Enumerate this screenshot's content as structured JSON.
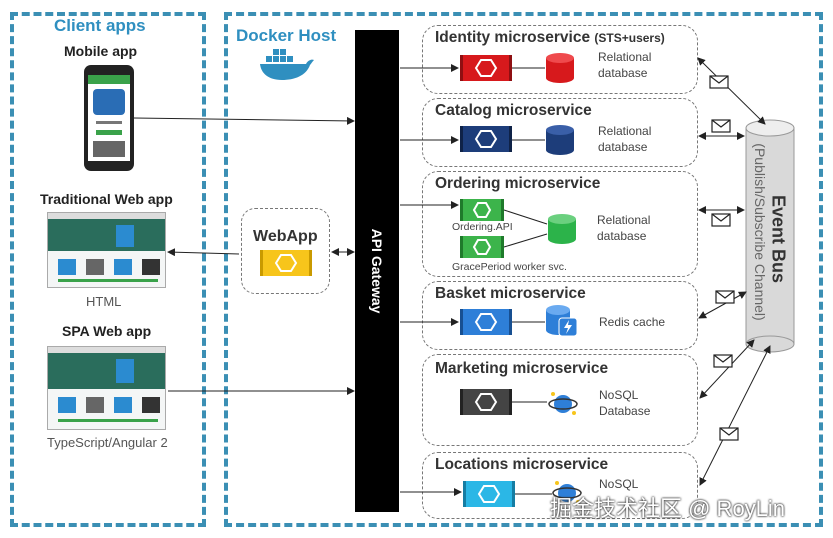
{
  "client_apps": {
    "title": "Client apps",
    "mobile": {
      "label": "Mobile app"
    },
    "web": {
      "label": "Traditional Web app",
      "caption": "HTML"
    },
    "spa": {
      "label": "SPA Web app",
      "caption": "TypeScript/Angular 2"
    }
  },
  "docker_host": {
    "title": "Docker Host"
  },
  "webapp": {
    "label": "WebApp"
  },
  "gateway": {
    "label": "API Gateway"
  },
  "event_bus": {
    "label": "Event Bus",
    "sublabel": "(Publish/Subscribe Channel)"
  },
  "services": [
    {
      "title": "Identity microservice",
      "suffix": "(STS+users)",
      "db": [
        "Relational",
        "database"
      ],
      "color": "#d7191c",
      "dbcolor": "#d7191c"
    },
    {
      "title": "Catalog microservice",
      "suffix": "",
      "db": [
        "Relational",
        "database"
      ],
      "color": "#1d3d7a",
      "dbcolor": "#1d3d7a"
    },
    {
      "title": "Ordering microservice",
      "suffix": "",
      "db": [
        "Relational",
        "database"
      ],
      "color": "#3cb44b",
      "dbcolor": "#2cb34a",
      "api_label": "Ordering.API",
      "worker_label": "GracePeriod worker svc."
    },
    {
      "title": "Basket microservice",
      "suffix": "",
      "db": [
        "Redis cache"
      ],
      "color": "#2e7fd8",
      "dbcolor": "#2e7fd8"
    },
    {
      "title": "Marketing microservice",
      "suffix": "",
      "db": [
        "NoSQL",
        "Database"
      ],
      "color": "#444444",
      "dbcolor": "#2e7fd8"
    },
    {
      "title": "Locations microservice",
      "suffix": "",
      "db": [
        "NoSQL"
      ],
      "color": "#2bb7e6",
      "dbcolor": "#2e7fd8"
    }
  ],
  "watermark": "掘金技术社区 @ RoyLin",
  "colors": {
    "accent": "#3b8fb4",
    "gateway": "#000000",
    "webapp": "#f7c51b"
  }
}
